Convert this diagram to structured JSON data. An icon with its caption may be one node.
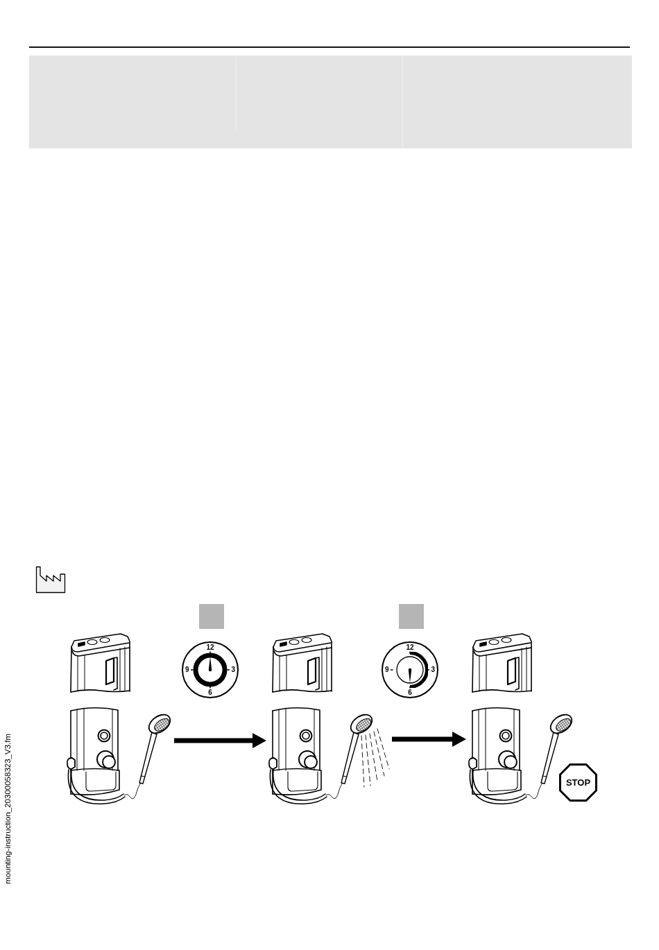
{
  "diagram": {
    "nodes": [
      {
        "text": [],
        "shape": "picture"
      },
      {
        "text": [
          "12",
          "9",
          "3",
          "6"
        ]
      },
      {
        "text": [],
        "shape": "picture"
      },
      {
        "text": [
          "12",
          "9",
          "3",
          "6"
        ]
      },
      {
        "text": [],
        "shape": "picture"
      },
      {
        "text": [
          "STOP"
        ]
      }
    ],
    "edges": [
      {
        "from": 0,
        "to": 2,
        "arrow": "to"
      },
      {
        "from": 2,
        "to": 4,
        "arrow": "to"
      }
    ],
    "labels": [
      "mounting-instruction_20300058323_V3.fm"
    ]
  }
}
